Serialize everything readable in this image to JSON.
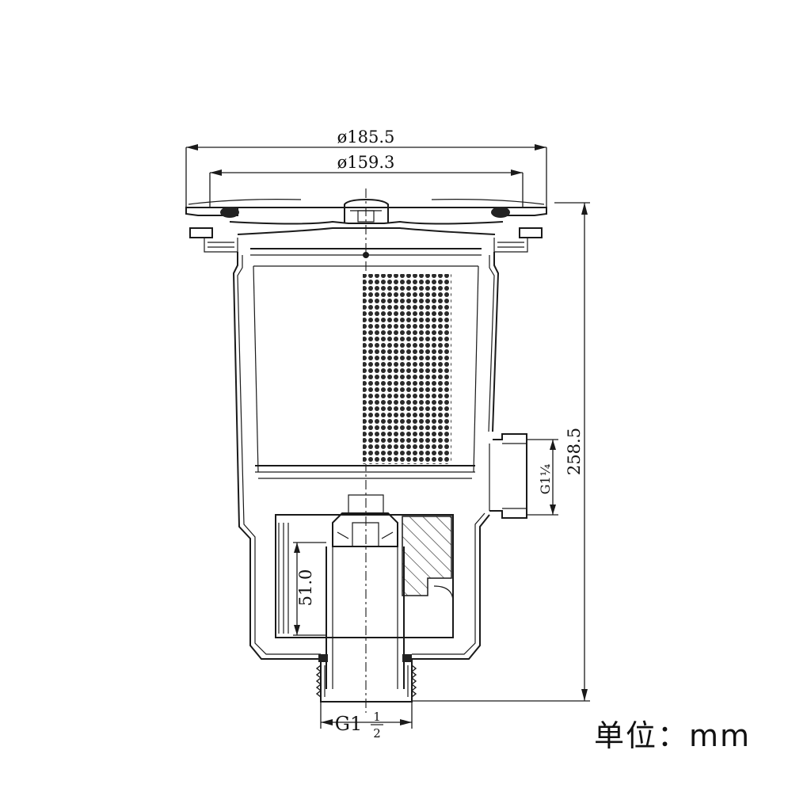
{
  "dimensions": {
    "flange_outer_diameter": "ø185.5",
    "flange_inner_diameter": "ø159.3",
    "total_height": "258.5",
    "standpipe_height": "51.0",
    "side_outlet_thread": "G1¼",
    "bottom_thread_main": "G1",
    "bottom_thread_num": "1",
    "bottom_thread_den": "2"
  },
  "units_label": "单位：mm",
  "colors": {
    "line": "#1a1a1a",
    "mesh": "#2a2a2a",
    "background": "#ffffff"
  }
}
